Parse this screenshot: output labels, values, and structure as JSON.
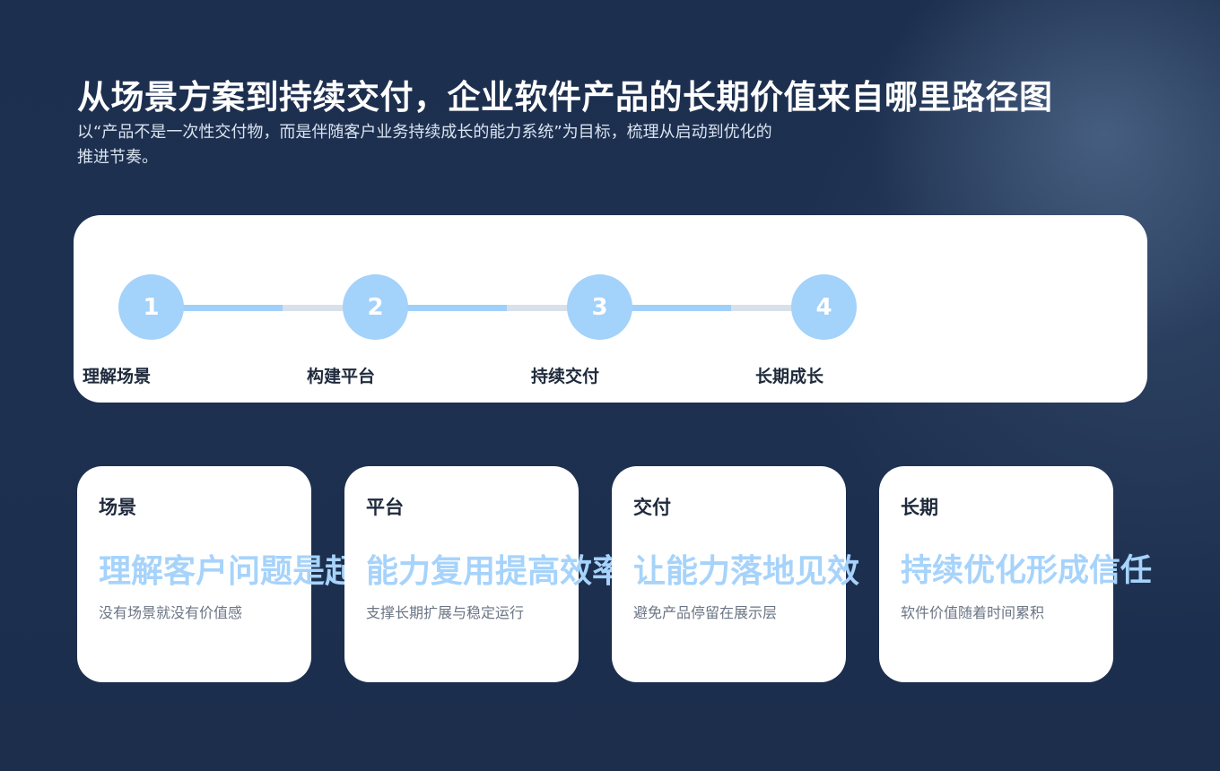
{
  "header": {
    "title": "从场景方案到持续交付，企业软件产品的长期价值来自哪里路径图",
    "subtitle": "以“产品不是一次性交付物，而是伴随客户业务持续成长的能力系统”为目标，梳理从启动到优化的推进节奏。"
  },
  "timeline": {
    "steps": [
      {
        "number": "1",
        "label": "理解场景"
      },
      {
        "number": "2",
        "label": "构建平台"
      },
      {
        "number": "3",
        "label": "持续交付"
      },
      {
        "number": "4",
        "label": "长期成长"
      }
    ]
  },
  "cards": [
    {
      "tag": "场景",
      "headline": "理解客户问题是起点",
      "desc": "没有场景就没有价值感"
    },
    {
      "tag": "平台",
      "headline": "能力复用提高效率",
      "desc": "支撑长期扩展与稳定运行"
    },
    {
      "tag": "交付",
      "headline": "让能力落地见效",
      "desc": "避免产品停留在展示层"
    },
    {
      "tag": "长期",
      "headline": "持续优化形成信任",
      "desc": "软件价值随着时间累积"
    }
  ],
  "colors": {
    "background": "#1e3050",
    "accent": "#a3d2fb",
    "track_done": "#9fd0fa",
    "track_rest": "#d8e0ea",
    "text_dark": "#1f2a3c",
    "text_muted": "#6b7585"
  }
}
